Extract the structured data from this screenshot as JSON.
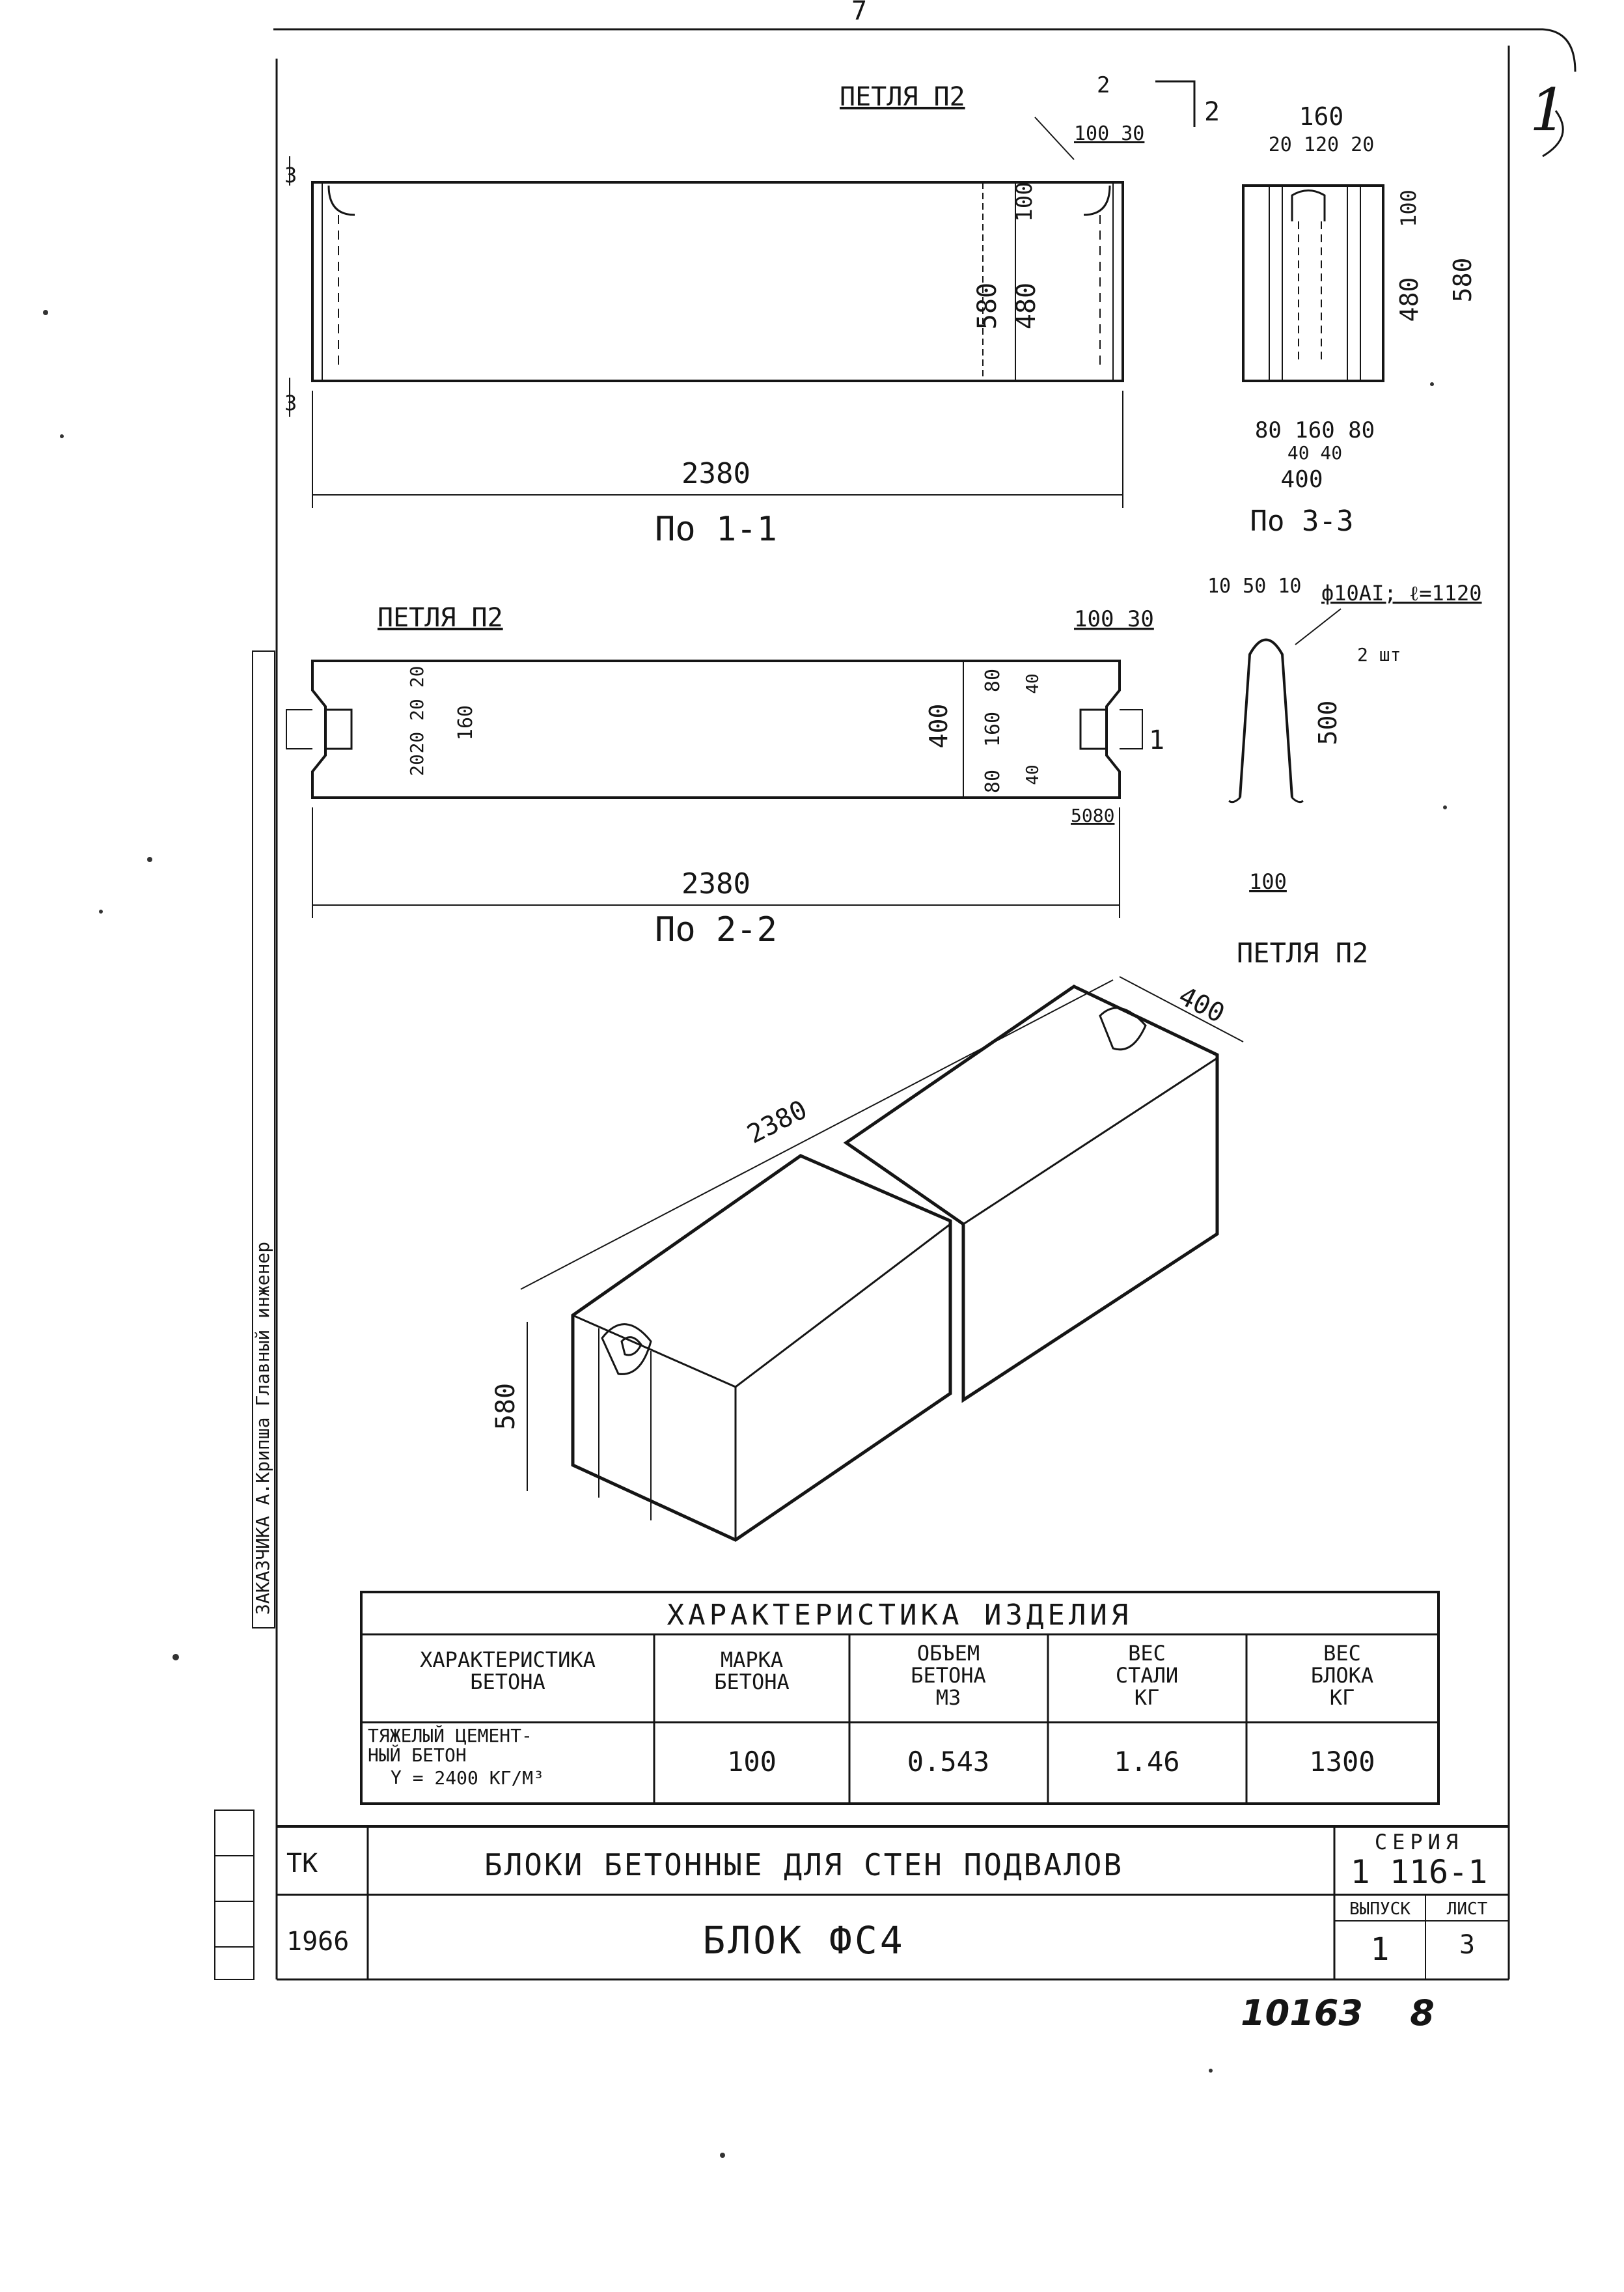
{
  "page_number_top": "7",
  "corner_mark": "1",
  "dimensions": {
    "total_length": "2380",
    "total_length_b": "2380",
    "length_plan": "2380",
    "height": "580",
    "height_inner": "480",
    "height_top": "100",
    "width": "400",
    "width_top": "160",
    "width_parts": "20 120 20",
    "width_bottom": "80  160  80",
    "width_sub": "40   40",
    "gap_3_top": "3",
    "gap_3_bot": "3",
    "loop_offset": "100 30",
    "loop_offset_b": "100 30",
    "marker_2": "2",
    "marker_2b": "2",
    "marker_1": "1",
    "plan_left": "20  20 20",
    "plan_left_160": "160",
    "plan_left_20": "20",
    "plan_right_80": "80",
    "plan_right_40": "40",
    "plan_right_160": "160",
    "plan_right_80b": "80",
    "plan_right_40b": "40",
    "plan_right_5080": "5080",
    "plan_400": "400",
    "loop_height": "500",
    "loop_width": "100",
    "loop_spec_dims": "10 50 10",
    "loop_spec": "ф10AI; ℓ=1120",
    "loop_spec_count": "2 шт"
  },
  "labels": {
    "loop_top": "ПЕТЛЯ П2",
    "loop_plan": "ПЕТЛЯ П2",
    "loop_detail": "ПЕТЛЯ П2",
    "section_1": "По 1-1",
    "section_2": "По 2-2",
    "section_3": "По 3-3"
  },
  "characteristics_table": {
    "title": "ХАРАКТЕРИСТИКА  ИЗДЕЛИЯ",
    "headers": [
      "ХАРАКТЕРИСТИКА БЕТОНА",
      "МАРКА БЕТОНА",
      "ОБЪЕМ БЕТОНА М3",
      "ВЕС СТАЛИ КГ",
      "ВЕС БЛОКА КГ"
    ],
    "row": {
      "concrete_line1": "ТЯЖЕЛЫЙ ЦЕМЕНТ-",
      "concrete_line2": "НЫЙ  БЕТОН",
      "concrete_line3": "Υ = 2400 КГ/М³",
      "grade": "100",
      "volume": "0.543",
      "steel": "1.46",
      "block": "1300"
    }
  },
  "title_block": {
    "org": "ТК",
    "year": "1966",
    "series_label": "СЕРИЯ",
    "series_value": "1 116-1",
    "issue_label": "ВЫПУСК",
    "issue_value": "1",
    "sheet_label": "ЛИСТ",
    "sheet_value": "3",
    "project_title": "БЛОКИ  БЕТОННЫЕ ДЛЯ  СТЕН  ПОДВАЛОВ",
    "drawing_title": "БЛОК  ФС4",
    "side_strip": "ЗАКАЗЧИКА  А.Крипша  Главный  инженер",
    "archive_number": "10163",
    "archive_page": "8"
  }
}
